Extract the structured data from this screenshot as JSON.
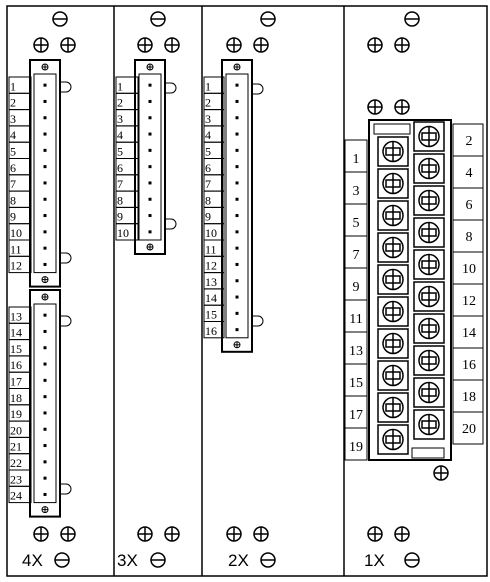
{
  "slots": [
    {
      "id": "4x",
      "label": "4X",
      "blocks": [
        [
          "1",
          "2",
          "3",
          "4",
          "5",
          "6",
          "7",
          "8",
          "9",
          "10",
          "11",
          "12"
        ],
        [
          "13",
          "14",
          "15",
          "16",
          "17",
          "18",
          "19",
          "20",
          "21",
          "22",
          "23",
          "24"
        ]
      ]
    },
    {
      "id": "3x",
      "label": "3X",
      "blocks": [
        [
          "1",
          "2",
          "3",
          "4",
          "5",
          "6",
          "7",
          "8",
          "9",
          "10"
        ]
      ]
    },
    {
      "id": "2x",
      "label": "2X",
      "blocks": [
        [
          "1",
          "2",
          "3",
          "4",
          "5",
          "6",
          "7",
          "8",
          "9",
          "10",
          "11",
          "12",
          "13",
          "14",
          "15",
          "16"
        ]
      ]
    },
    {
      "id": "1x",
      "label": "1X",
      "left_numbers": [
        "1",
        "3",
        "5",
        "7",
        "9",
        "11",
        "13",
        "15",
        "17",
        "19"
      ],
      "right_numbers": [
        "2",
        "4",
        "6",
        "8",
        "10",
        "12",
        "14",
        "16",
        "18",
        "20"
      ]
    }
  ],
  "icons": {
    "screw": "screw-icon",
    "cross_screw": "cross-screw-icon",
    "terminal_screw": "terminal-screw-icon"
  }
}
